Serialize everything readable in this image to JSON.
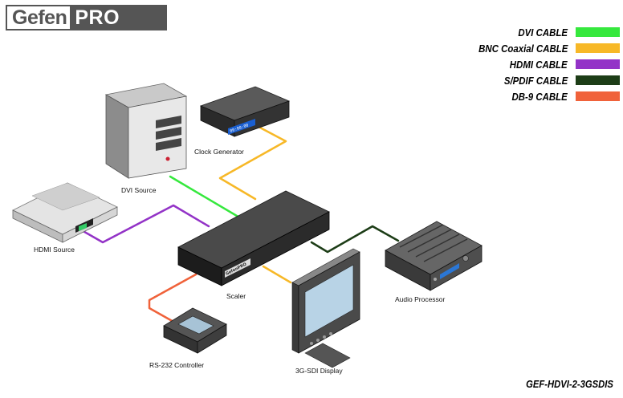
{
  "brand": {
    "part1": "Gefen",
    "part2": "PRO"
  },
  "legend": [
    {
      "label": "DVI CABLE",
      "color": "#35e83d"
    },
    {
      "label": "BNC Coaxial CABLE",
      "color": "#f7b827"
    },
    {
      "label": "HDMI CABLE",
      "color": "#9333c7"
    },
    {
      "label": "S/PDIF CABLE",
      "color": "#1d3d17"
    },
    {
      "label": "DB-9 CABLE",
      "color": "#f0623a"
    }
  ],
  "devices": {
    "dvi_source": "DVI Source",
    "clock_generator": "Clock Generator",
    "hdmi_source": "HDMI Source",
    "scaler": "Scaler",
    "audio_processor": "Audio Processor",
    "rs232_controller": "RS-232 Controller",
    "display": "3G-SDI Display"
  },
  "scaler_badge": "GefenPRO",
  "clock_display": "00:00:00",
  "model_number": "GEF-HDVI-2-3GSDIS"
}
